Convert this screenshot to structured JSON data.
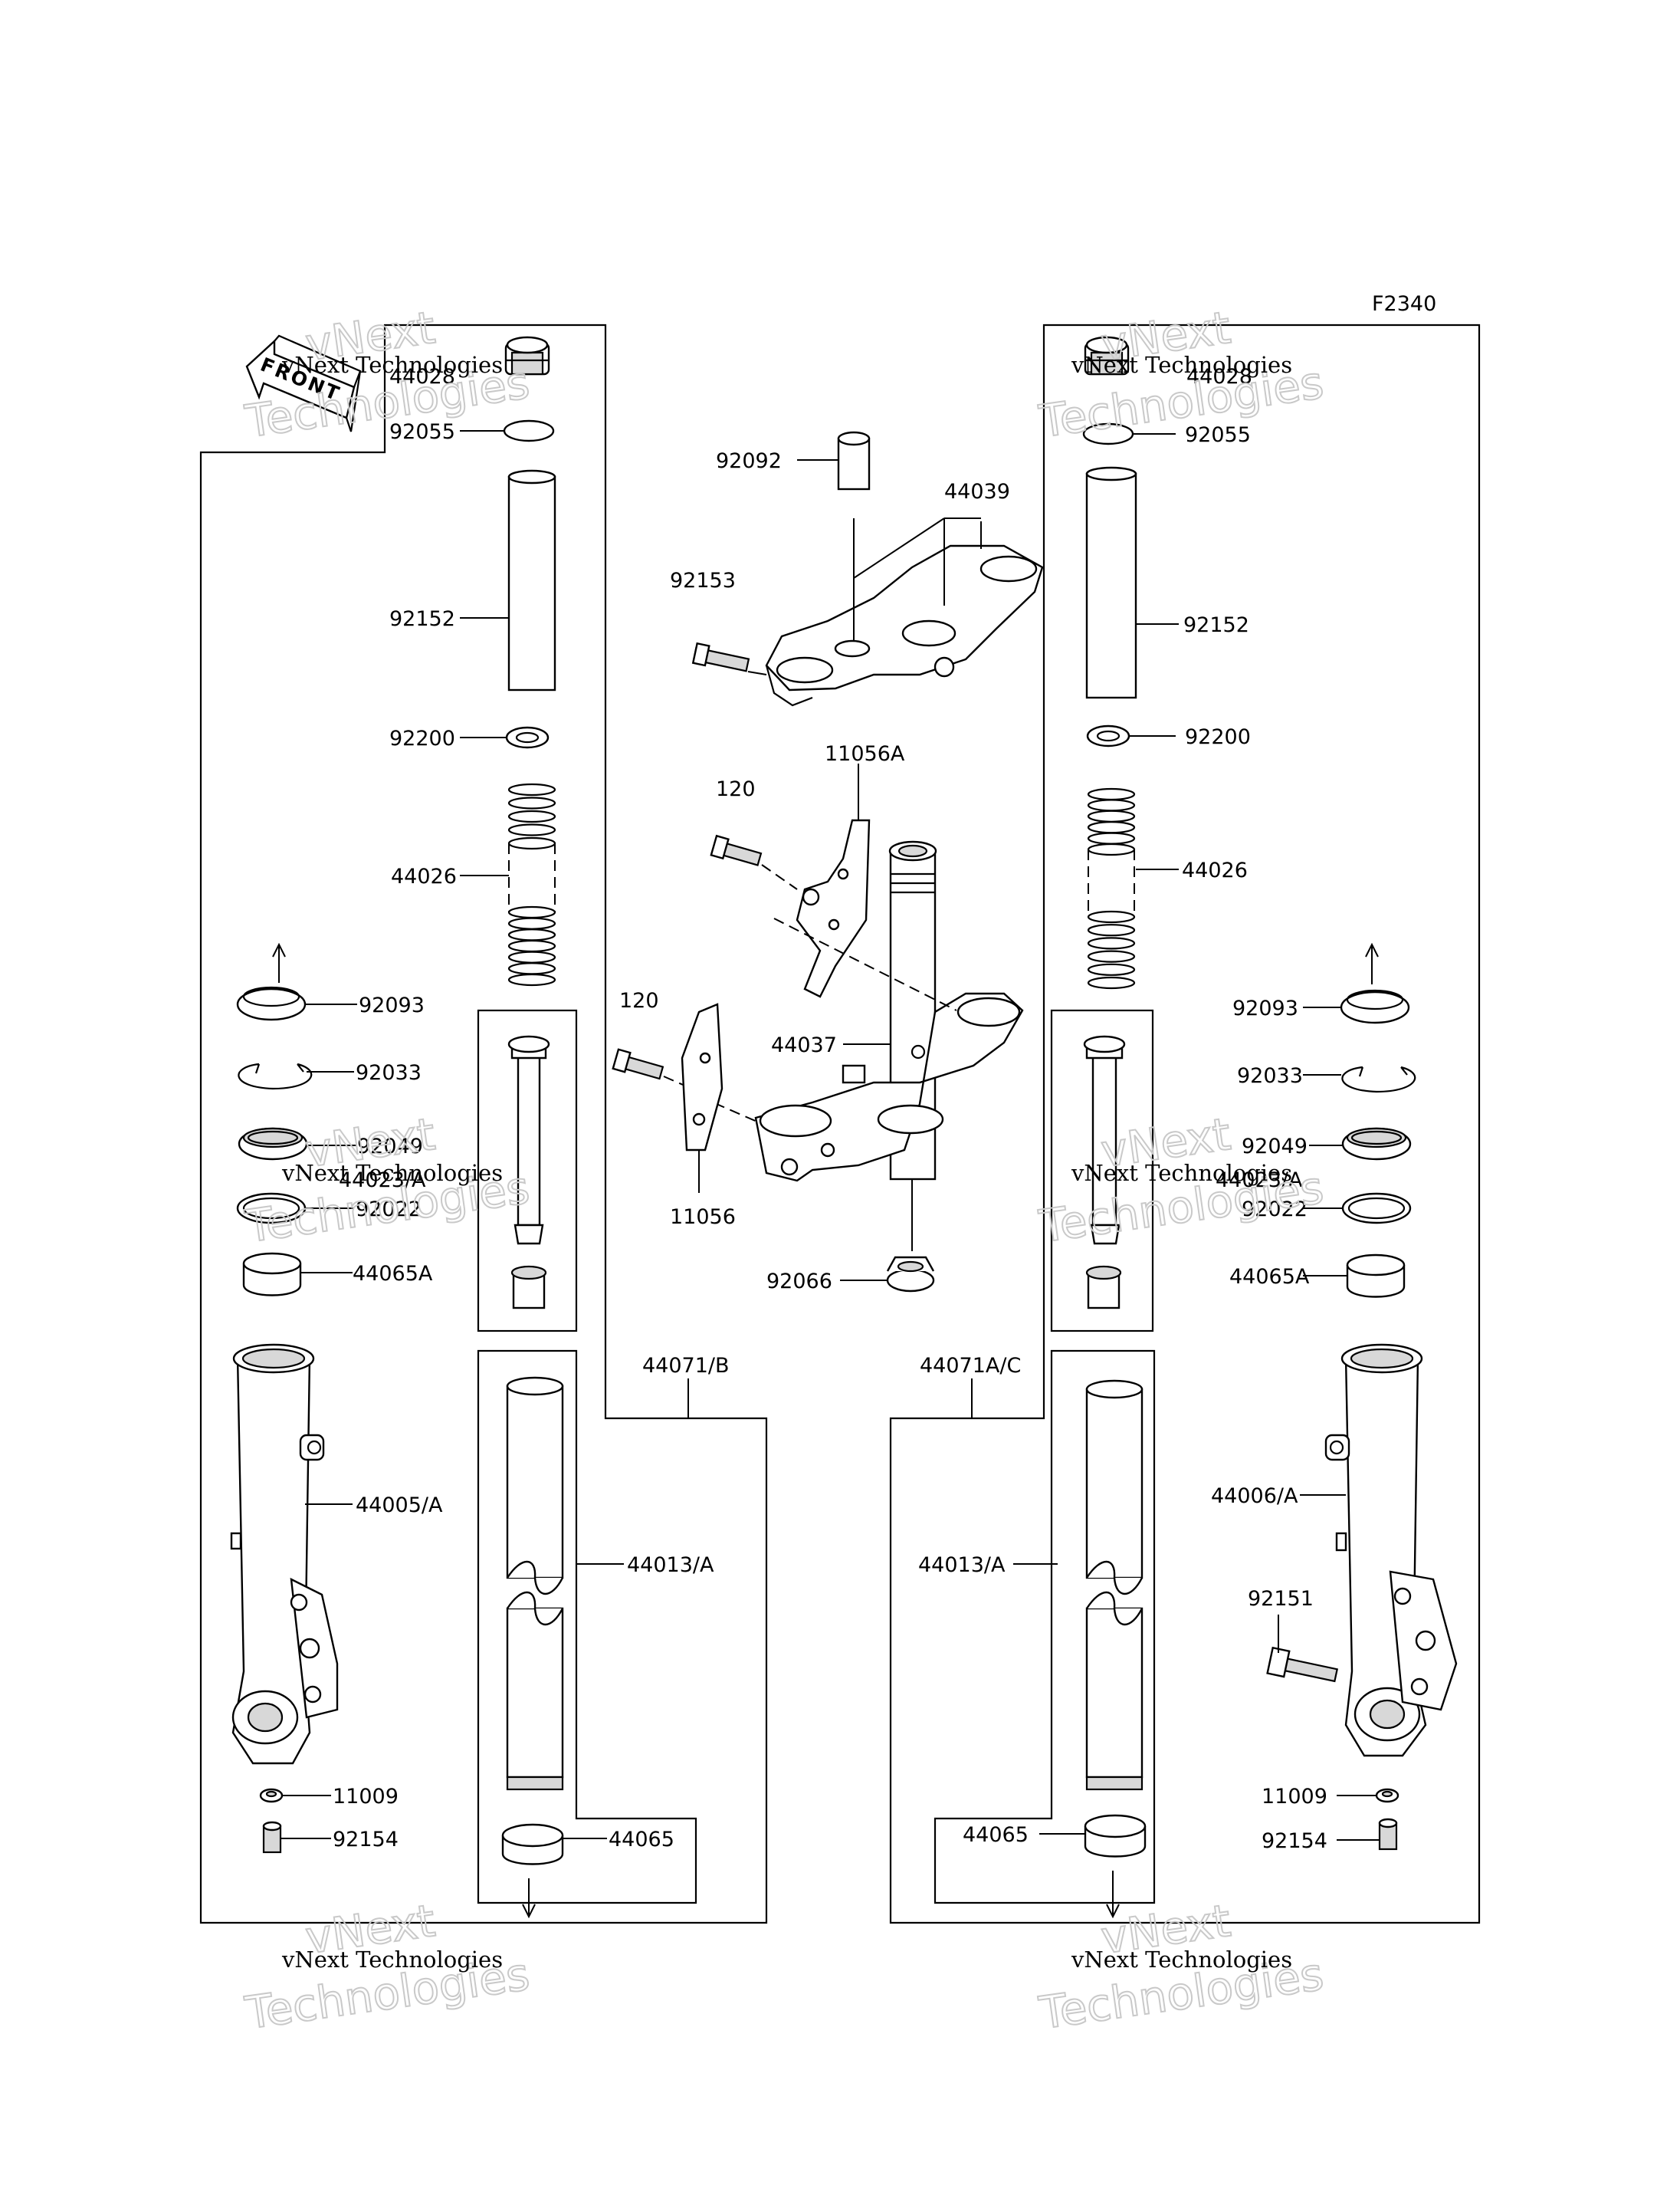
{
  "diagram": {
    "code": "F2340",
    "front_label": "FRONT",
    "watermark": {
      "brand_lines": [
        "vNext",
        "Technologies"
      ],
      "caption": "vNext Technologies"
    },
    "parts": [
      {
        "id": "p1",
        "number": "44028"
      },
      {
        "id": "p2",
        "number": "92055"
      },
      {
        "id": "p3",
        "number": "92152"
      },
      {
        "id": "p4",
        "number": "92200"
      },
      {
        "id": "p5",
        "number": "44026"
      },
      {
        "id": "p6",
        "number": "92093"
      },
      {
        "id": "p7",
        "number": "92033"
      },
      {
        "id": "p8",
        "number": "92049"
      },
      {
        "id": "p9",
        "number": "44023/A"
      },
      {
        "id": "p10",
        "number": "92022"
      },
      {
        "id": "p11",
        "number": "44065A"
      },
      {
        "id": "p12",
        "number": "44005/A"
      },
      {
        "id": "p13",
        "number": "44013/A"
      },
      {
        "id": "p14",
        "number": "11009"
      },
      {
        "id": "p15",
        "number": "92154"
      },
      {
        "id": "p16",
        "number": "44065"
      },
      {
        "id": "p17",
        "number": "44071/B"
      },
      {
        "id": "p18",
        "number": "92092"
      },
      {
        "id": "p19",
        "number": "44039"
      },
      {
        "id": "p20",
        "number": "92153"
      },
      {
        "id": "p21",
        "number": "11056A"
      },
      {
        "id": "p22",
        "number": "120"
      },
      {
        "id": "p23",
        "number": "44037"
      },
      {
        "id": "p24",
        "number": "11056"
      },
      {
        "id": "p25",
        "number": "92066"
      },
      {
        "id": "p26",
        "number": "44071A/C"
      },
      {
        "id": "p27",
        "number": "44006/A"
      },
      {
        "id": "p28",
        "number": "92151"
      }
    ]
  }
}
